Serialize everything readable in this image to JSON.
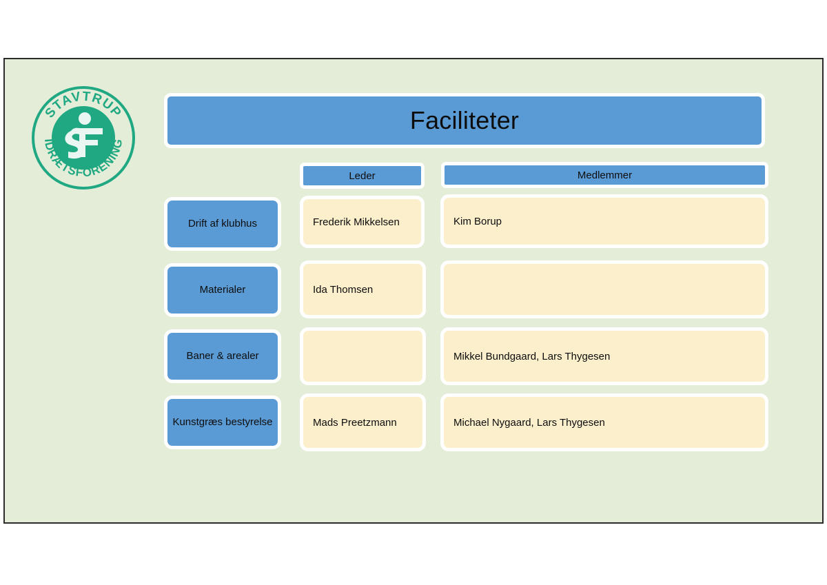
{
  "slide": {
    "title": "Faciliteter",
    "background_color": "#E3EDD8",
    "accent_blue": "#5B9BD5",
    "cell_cream": "#FCEFCC",
    "logo_green": "#1FA882"
  },
  "logo": {
    "name": "stavtrup-idraetsforening-logo",
    "top_arc_text": "STAVTRUP",
    "bottom_arc_text": "IDRÆTSFORENING",
    "monogram": "SIF"
  },
  "columns": {
    "category_header": "",
    "leader_header": "Leder",
    "members_header": "Medlemmer"
  },
  "rows": [
    {
      "category": "Drift af klubhus",
      "leader": "Frederik Mikkelsen",
      "members": "Kim Borup"
    },
    {
      "category": "Materialer",
      "leader": "Ida Thomsen",
      "members": ""
    },
    {
      "category": "Baner & arealer",
      "leader": "",
      "members": "Mikkel Bundgaard, Lars Thygesen"
    },
    {
      "category": "Kunstgræs bestyrelse",
      "leader": "Mads Preetzmann",
      "members": "Michael Nygaard, Lars Thygesen"
    }
  ]
}
